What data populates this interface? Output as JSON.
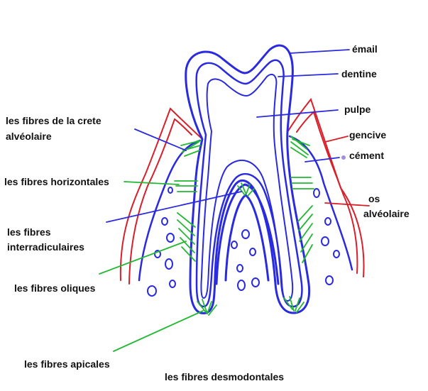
{
  "labels": {
    "email": "émail",
    "dentine": "dentine",
    "pulpe": "pulpe",
    "gencive": "gencive",
    "cement": "cément",
    "os_line1": "os",
    "os_line2": "alvéolaire",
    "crest_line1": "les fibres de la crete",
    "crest_line2": "alvéolaire",
    "horizontal": "les fibres horizontales",
    "interradic_line1": "les fibres",
    "interradic_line2": "interradiculaires",
    "oblique": "les fibres oliques",
    "apical": "les fibres apicales",
    "desmo": "les fibres desmodontales"
  },
  "colors": {
    "tooth_outline": "#2a2ae0",
    "gum_outline": "#d81f2a",
    "fibers": "#22b833",
    "leader_blue": "#2a2ae0",
    "leader_green": "#22b833",
    "leader_red": "#d81f2a",
    "cement_mark": "#a58ee0"
  }
}
